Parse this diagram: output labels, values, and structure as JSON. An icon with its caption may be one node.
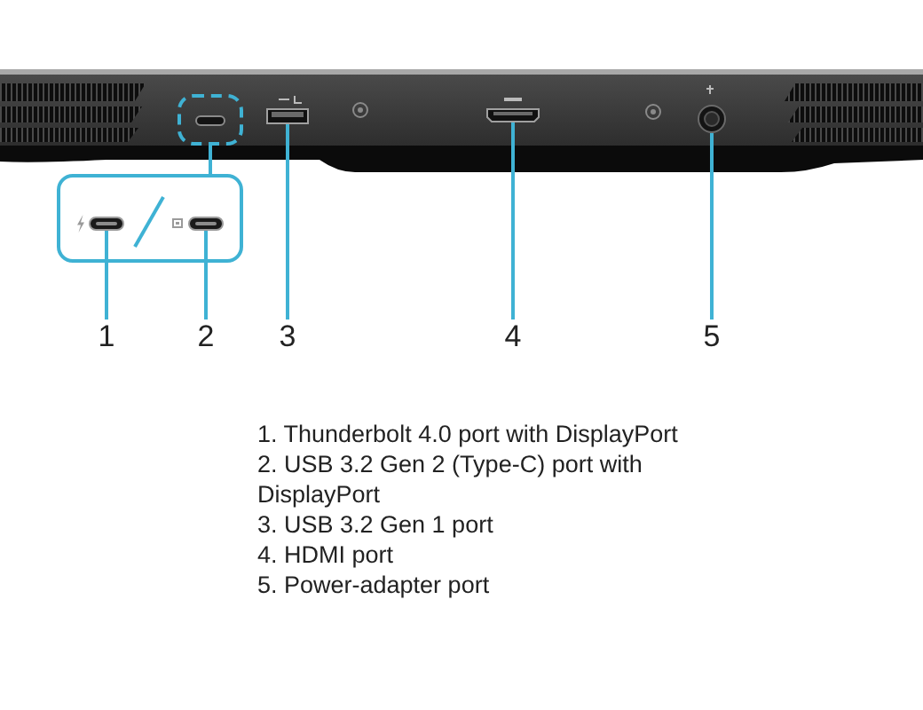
{
  "diagram": {
    "nodes": [
      {
        "text": [],
        "shape": "box"
      },
      {
        "text": [],
        "shape": "picture"
      },
      {
        "text": [],
        "shape": "picture"
      },
      {
        "text": [],
        "shape": "picture"
      },
      {
        "text": [],
        "shape": "box"
      },
      {
        "text": [],
        "shape": "picture",
        "in": 4
      },
      {
        "text": [],
        "shape": "picture",
        "in": 4
      },
      {
        "text": [
          "1"
        ]
      },
      {
        "text": [
          "2"
        ]
      },
      {
        "text": [
          "3"
        ]
      },
      {
        "text": [
          "4"
        ]
      },
      {
        "text": [
          "5"
        ]
      }
    ],
    "edges": [
      {
        "from": 0,
        "to": 4,
        "arrow": "none"
      },
      {
        "from": 7,
        "to": 5,
        "arrow": "none"
      },
      {
        "from": 8,
        "to": 6,
        "arrow": "none"
      },
      {
        "from": 9,
        "to": 1,
        "arrow": "none"
      },
      {
        "from": 10,
        "to": 2,
        "arrow": "none"
      },
      {
        "from": 11,
        "to": 3,
        "arrow": "none"
      }
    ],
    "labels": [
      "1. Thunderbolt 4.0 port with DisplayPort",
      "2. USB 3.2 Gen 2 (Type-C) port with DisplayPort",
      "3. USB 3.2 Gen 1 port",
      "4. HDMI port",
      "5. Power-adapter port"
    ]
  }
}
